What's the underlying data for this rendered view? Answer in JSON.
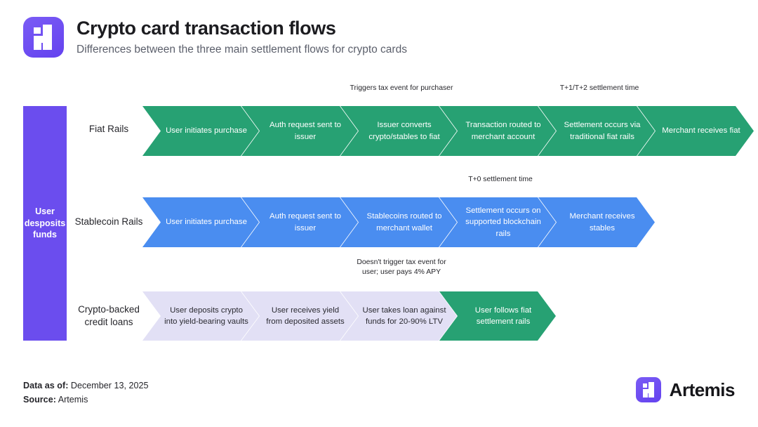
{
  "header": {
    "logo_icon": "artemis-logo-icon",
    "title": "Crypto card transaction flows",
    "subtitle": "Differences between the three main settlement flows for crypto cards"
  },
  "diagram": {
    "entry_bar": {
      "label": "User desposits funds",
      "color": "#6b4dee"
    },
    "colors": {
      "green": "#27a173",
      "blue": "#4a8df0",
      "lavender": "#e2e0f5",
      "purple": "#6b4dee"
    },
    "rows": [
      {
        "label": "Fiat Rails",
        "steps": [
          {
            "text": "User initiates purchase",
            "color": "green",
            "note": ""
          },
          {
            "text": "Auth request sent to issuer",
            "color": "green",
            "note": ""
          },
          {
            "text": "Issuer converts crypto/stables to fiat",
            "color": "green",
            "note": "Triggers tax event for purchaser"
          },
          {
            "text": "Transaction routed to merchant account",
            "color": "green",
            "note": ""
          },
          {
            "text": "Settlement occurs via traditional fiat rails",
            "color": "green",
            "note": "T+1/T+2 settlement time"
          },
          {
            "text": "Merchant receives fiat",
            "color": "green",
            "note": ""
          }
        ]
      },
      {
        "label": "Stablecoin Rails",
        "steps": [
          {
            "text": "User initiates purchase",
            "color": "blue",
            "note": ""
          },
          {
            "text": "Auth request sent to issuer",
            "color": "blue",
            "note": ""
          },
          {
            "text": "Stablecoins routed to merchant wallet",
            "color": "blue",
            "note": ""
          },
          {
            "text": "Settlement occurs on supported blockchain rails",
            "color": "blue",
            "note": "T+0 settlement time"
          },
          {
            "text": "Merchant receives stables",
            "color": "blue",
            "note": ""
          }
        ]
      },
      {
        "label": "Crypto-backed credit loans",
        "steps": [
          {
            "text": "User deposits crypto into yield-bearing vaults",
            "color": "lav",
            "note": ""
          },
          {
            "text": "User receives yield from deposited assets",
            "color": "lav",
            "note": ""
          },
          {
            "text": "User takes loan against funds for 20-90% LTV",
            "color": "lav",
            "note": "Doesn't trigger tax event for user; user pays 4% APY"
          },
          {
            "text": "User follows fiat settlement rails",
            "color": "green",
            "note": ""
          }
        ]
      }
    ]
  },
  "footer": {
    "data_as_of_label": "Data as of:",
    "data_as_of_value": "December 13, 2025",
    "source_label": "Source:",
    "source_value": "Artemis",
    "brand_name": "Artemis",
    "brand_icon": "artemis-logo-icon"
  }
}
